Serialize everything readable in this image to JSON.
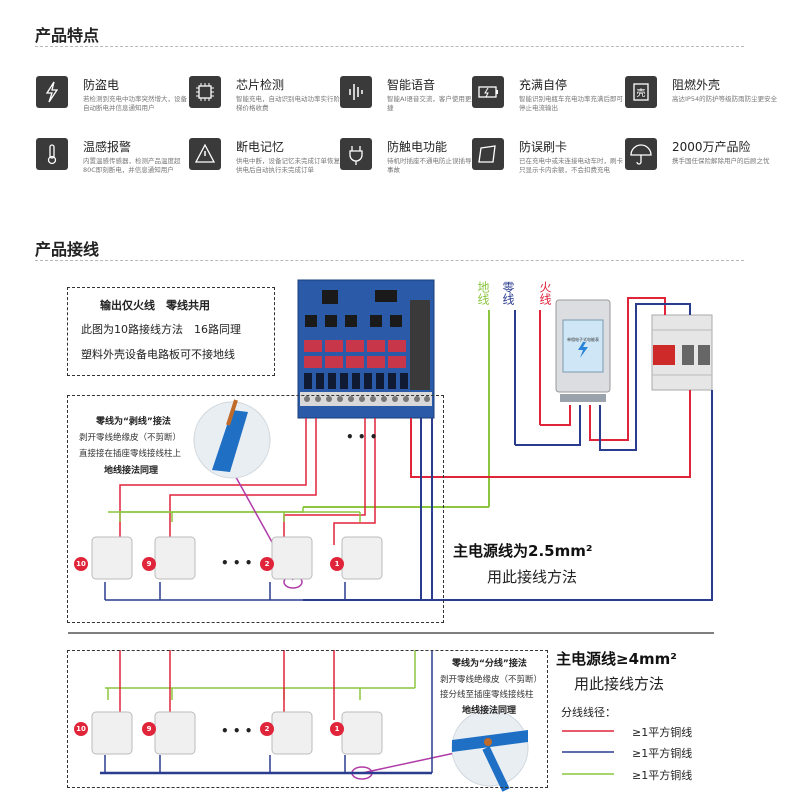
{
  "sections": {
    "features_title": "产品特点",
    "wiring_title": "产品接线"
  },
  "features": [
    {
      "name": "防盗电",
      "desc": "若检测到充电中功率突然增大，设备自动断电并信息通知用户",
      "icon": "lightning-icon"
    },
    {
      "name": "芯片检测",
      "desc": "智能充电，自动识别电动功率实行阶梯价格收费",
      "icon": "chip-icon"
    },
    {
      "name": "智能语音",
      "desc": "智能AI语音交流，客户使用更贴心快捷",
      "icon": "voice-icon"
    },
    {
      "name": "充满自停",
      "desc": "智能识别电瓶车充电功率充满后即可停止电流输出",
      "icon": "battery-icon"
    },
    {
      "name": "阻燃外壳",
      "desc": "高达IP54的防护等级防雨防尘更安全",
      "icon": "shell-icon"
    },
    {
      "name": "温感报警",
      "desc": "内置温感传感器，检测产品温度超80C即刻断电，并信息通知用户",
      "icon": "thermometer-icon"
    },
    {
      "name": "断电记忆",
      "desc": "供电中断，设备记忆未完成订单恢复供电后自动执行未完成订单",
      "icon": "memory-icon"
    },
    {
      "name": "防触电功能",
      "desc": "待机时插座不通电防止误插导致触电事故",
      "icon": "plug-icon"
    },
    {
      "name": "防误刷卡",
      "desc": "已在充电中或未连接电动车时，刷卡只显示卡内余额，不会扣费充电",
      "icon": "card-icon"
    },
    {
      "name": "2000万产品险",
      "desc": "携手国任保险解除用户的后顾之忧",
      "icon": "umbrella-icon"
    }
  ],
  "diagram": {
    "note_top": [
      "输出仅火线　零线共用",
      "此图为10路接线方法　16路同理",
      "塑料外壳设备电路板可不接地线"
    ],
    "strip_note": {
      "title": "零线为“剥线”接法",
      "lines": [
        "剥开零线绝缘皮（不剪断）",
        "直接接在插座零线接线柱上"
      ],
      "footer": "地线接法同理"
    },
    "split_note": {
      "title": "零线为“分线”接法",
      "lines": [
        "剥开零线绝缘皮（不剪断）",
        "接分线至插座零线接线柱"
      ],
      "footer": "地线接法同理"
    },
    "wire_labels": {
      "ground": "地线",
      "neutral": "零线",
      "live": "火线"
    },
    "main_25": {
      "title": "主电源线为2.5mm²",
      "sub": "用此接线方法"
    },
    "main_4": {
      "title": "主电源线≥4mm²",
      "sub": "用此接线方法"
    },
    "legend": {
      "title": "分线线径：",
      "items": [
        {
          "label": "≥1平方铜线",
          "color": "#e0243a"
        },
        {
          "label": "≥1平方铜线",
          "color": "#2a3c8e"
        },
        {
          "label": "≥1平方铜线",
          "color": "#8cc63f"
        }
      ]
    },
    "socket_numbers": [
      "10",
      "9",
      "2",
      "1"
    ],
    "ellipsis": "• • •",
    "dots_mid": "• • •",
    "meter_label": "单相电子式电能表"
  },
  "colors": {
    "live": "#e0243a",
    "neutral": "#2a3c8e",
    "ground": "#8cc63f",
    "socket_badge": "#e0243a"
  }
}
